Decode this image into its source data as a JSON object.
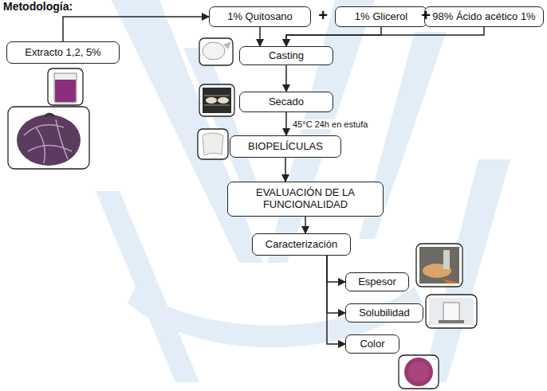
{
  "diagram": {
    "title": "Metodología:",
    "nodes": [
      {
        "text": [
          "Extracto 1,2, 5%"
        ]
      },
      {
        "text": [
          "1% Quitosano"
        ]
      },
      {
        "text": [
          "1% Glicerol"
        ]
      },
      {
        "text": [
          "98% Ácido acético 1%"
        ]
      },
      {
        "text": [
          "Casting"
        ]
      },
      {
        "text": [
          "Secado"
        ]
      },
      {
        "text": [
          "BIOPELÍCULAS"
        ]
      },
      {
        "text": [
          "EVALUACIÓN DE LA FUNCIONALIDAD"
        ]
      },
      {
        "text": [
          "Caracterización"
        ]
      },
      {
        "text": [
          "Espesor"
        ]
      },
      {
        "text": [
          "Solubilidad"
        ]
      },
      {
        "text": [
          "Color"
        ]
      }
    ],
    "edges": [
      {
        "from": 0,
        "to": 1,
        "arrow": "to"
      },
      {
        "from": 1,
        "to": 4,
        "arrow": "to"
      },
      {
        "from": 2,
        "to": 4,
        "arrow": "to"
      },
      {
        "from": 3,
        "to": 4,
        "arrow": "to"
      },
      {
        "from": 4,
        "to": 5,
        "arrow": "to"
      },
      {
        "from": 5,
        "to": 6,
        "label": "45°C 24h en estufa",
        "arrow": "to"
      },
      {
        "from": 6,
        "to": 7,
        "arrow": "to"
      },
      {
        "from": 7,
        "to": 8,
        "arrow": "to"
      },
      {
        "from": 8,
        "to": 9,
        "arrow": "to"
      },
      {
        "from": 8,
        "to": 10,
        "arrow": "to"
      },
      {
        "from": 8,
        "to": 11,
        "arrow": "to"
      }
    ],
    "labels": [
      "+",
      "+"
    ]
  }
}
